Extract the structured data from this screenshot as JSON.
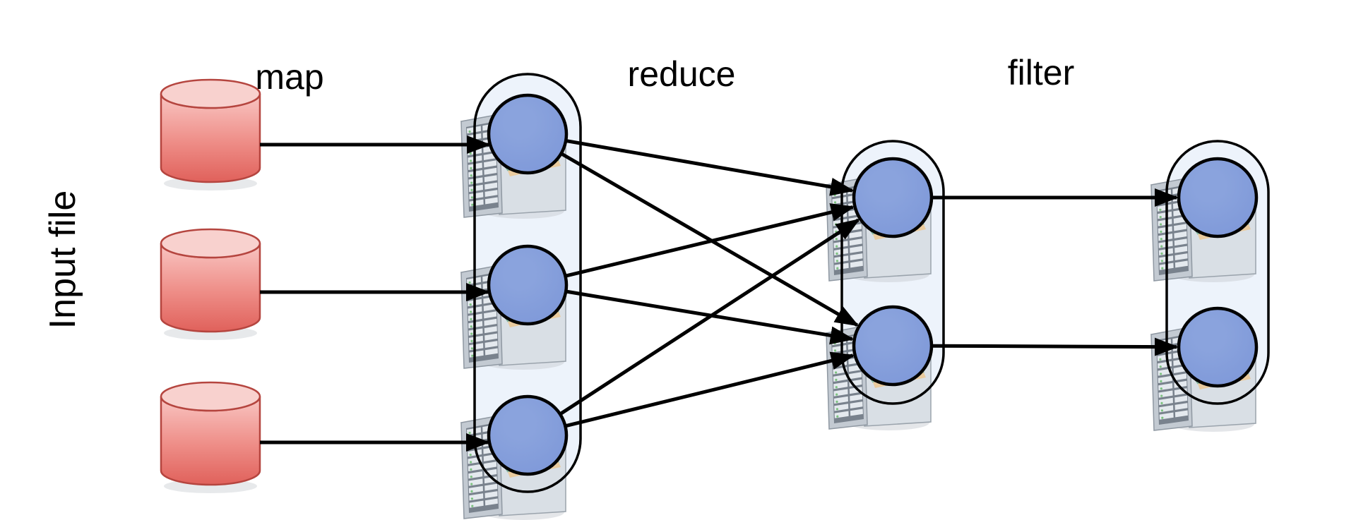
{
  "diagram": {
    "labels": {
      "input_file": "Input file",
      "map": "map",
      "reduce": "reduce",
      "filter": "filter"
    },
    "colors": {
      "background": "#ffffff",
      "cylinder_top": "#f9c6c3",
      "cylinder_mid": "#ee8d87",
      "cylinder_bottom": "#e0615b",
      "cylinder_lid": "#f8d1ce",
      "cylinder_stroke": "#b5453f",
      "node_fill": "#7d97d8",
      "node_fill_light": "#8aa3dd",
      "node_stroke": "#000000",
      "pill_fill": "#edf3fb",
      "pill_stroke": "#000000",
      "edge_color": "#000000",
      "label_color": "#000000",
      "server_body": "#d9dfe5",
      "server_top": "#e9edf1",
      "server_front": "#c3cad2",
      "server_recess": "#79828d",
      "server_slot": "#e4e9ee",
      "server_led": "#7cc27f",
      "server_board": "#8ecbaa",
      "server_board_light": "#a9dac2",
      "server_chip": "#596069",
      "server_board_edge": "#eacb9e",
      "shadow": "#c9ced3"
    },
    "stages": [
      {
        "id": "input",
        "kind": "datastore-cylinders",
        "label": "Input file",
        "items": 3
      },
      {
        "id": "map",
        "kind": "worker-group",
        "label": "map",
        "workers": 3
      },
      {
        "id": "reduce",
        "kind": "worker-group",
        "label": "reduce",
        "workers": 2
      },
      {
        "id": "filter",
        "kind": "worker-group",
        "label": "filter",
        "workers": 2
      }
    ],
    "edges": [
      {
        "from": "input-0",
        "to": "map-0"
      },
      {
        "from": "input-1",
        "to": "map-1"
      },
      {
        "from": "input-2",
        "to": "map-2"
      },
      {
        "from": "map-0",
        "to": "reduce-0"
      },
      {
        "from": "map-0",
        "to": "reduce-1"
      },
      {
        "from": "map-1",
        "to": "reduce-0"
      },
      {
        "from": "map-1",
        "to": "reduce-1"
      },
      {
        "from": "map-2",
        "to": "reduce-0"
      },
      {
        "from": "map-2",
        "to": "reduce-1"
      },
      {
        "from": "reduce-0",
        "to": "filter-0"
      },
      {
        "from": "reduce-1",
        "to": "filter-1"
      }
    ]
  }
}
